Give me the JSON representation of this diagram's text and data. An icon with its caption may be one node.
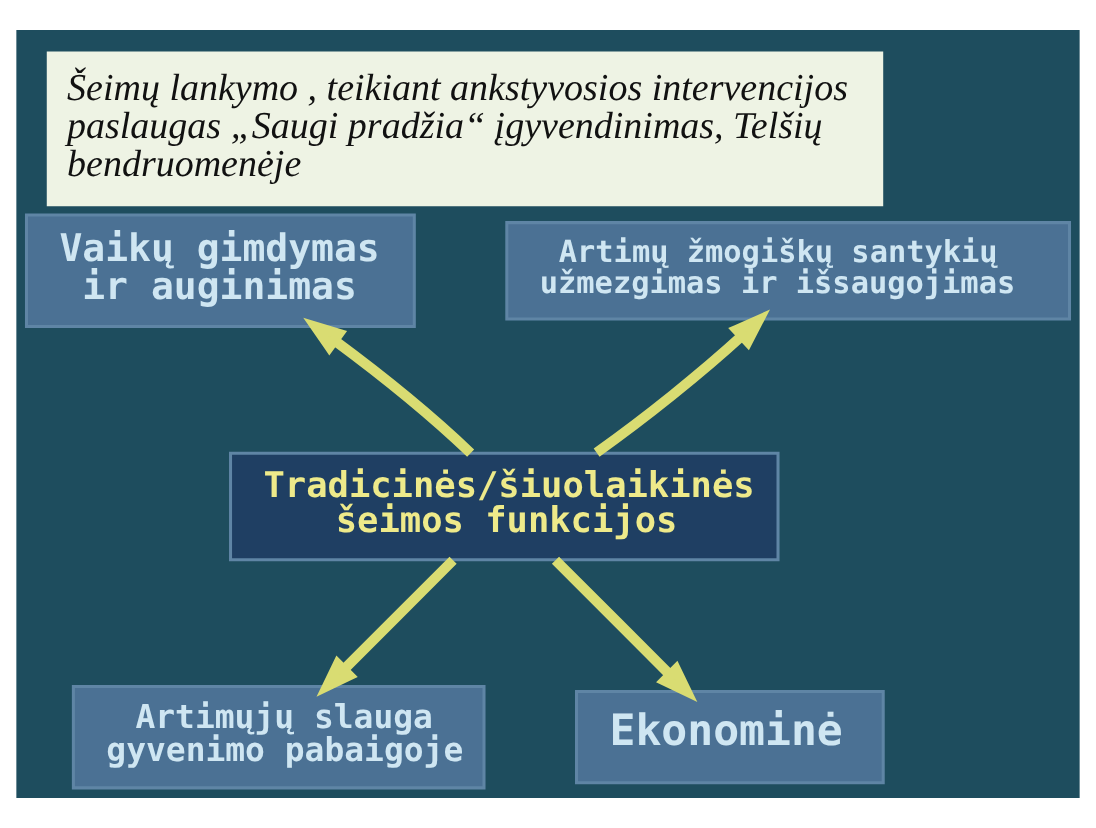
{
  "diagram": {
    "title": "Šeimų lankymo , teikiant ankstyvosios intervencijos paslaugas „Saugi pradžia“ įgyvendinimas, Telšių bendruomenėje",
    "nodes": [
      {
        "text": [
          "Vaikų gimdymas ir auginimas"
        ]
      },
      {
        "text": [
          "Artimų žmogiškų santykių užmezgimas ir išsaugojimas"
        ]
      },
      {
        "text": [
          "Tradicinės/šiuolaikinės šeimos funkcijos"
        ]
      },
      {
        "text": [
          "Artimųjų slauga gyvenimo pabaigoje"
        ]
      },
      {
        "text": [
          "Ekonominė"
        ]
      }
    ],
    "edges": [
      {
        "from": 2,
        "to": 0,
        "arrow": "to"
      },
      {
        "from": 2,
        "to": 1,
        "arrow": "to"
      },
      {
        "from": 2,
        "to": 3,
        "arrow": "to"
      },
      {
        "from": 2,
        "to": 4,
        "arrow": "to"
      }
    ]
  }
}
